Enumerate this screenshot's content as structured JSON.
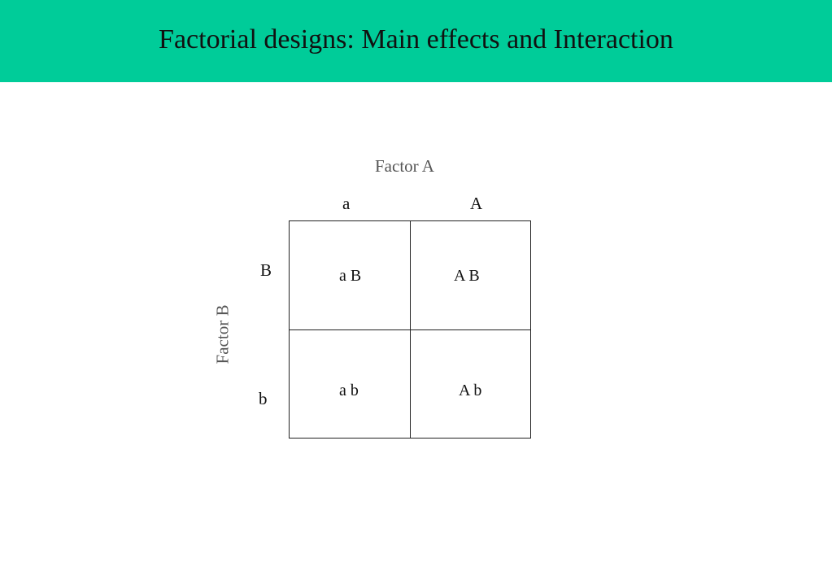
{
  "header": {
    "title": "Factorial designs: Main effects and Interaction",
    "background_color": "#00cc99"
  },
  "diagram": {
    "factor_a": {
      "title": "Factor A",
      "levels": [
        "a",
        "A"
      ]
    },
    "factor_b": {
      "title": "Factor B",
      "levels": [
        "B",
        "b"
      ]
    },
    "cells": [
      [
        "a B",
        "A B"
      ],
      [
        "a b",
        "A b"
      ]
    ]
  }
}
